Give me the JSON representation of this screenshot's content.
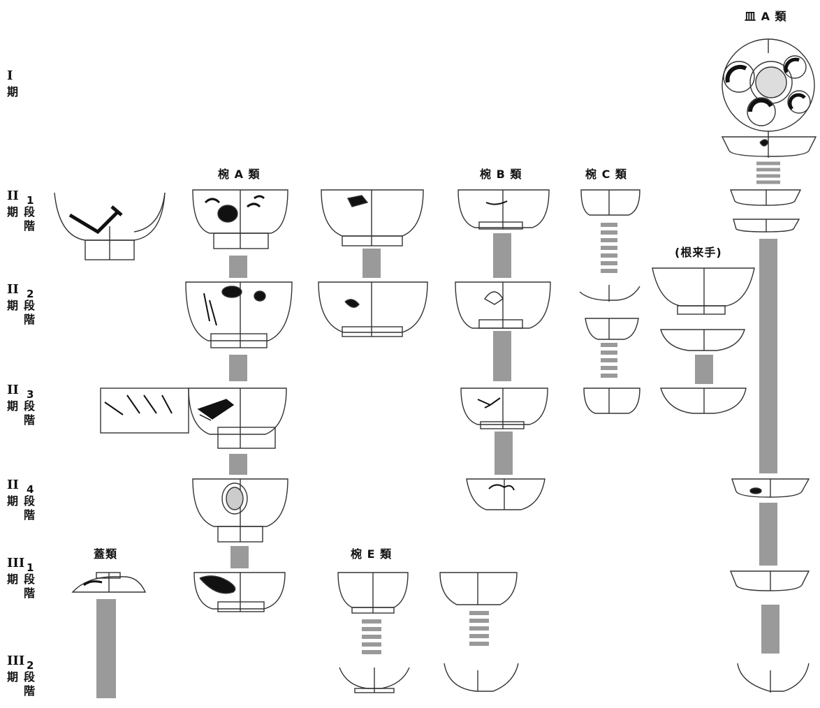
{
  "type_labels": {
    "sara_a": "皿 A 類",
    "wan_a": "椀 A 類",
    "wan_b": "椀 B 類",
    "wan_c": "椀 C 類",
    "negoro": "(根来手)",
    "futa": "蓋類",
    "wan_e": "椀 E 類"
  },
  "periods": {
    "p1": {
      "roman": "I",
      "ki": "期"
    },
    "p2_1": {
      "roman": "II",
      "ki": "期",
      "num": "1",
      "dan": "段",
      "kai": "階"
    },
    "p2_2": {
      "roman": "II",
      "ki": "期",
      "num": "2",
      "dan": "段",
      "kai": "階"
    },
    "p2_3": {
      "roman": "II",
      "ki": "期",
      "num": "3",
      "dan": "段",
      "kai": "階"
    },
    "p2_4": {
      "roman": "II",
      "ki": "期",
      "num": "4",
      "dan": "段",
      "kai": "階"
    },
    "p3_1": {
      "roman": "III",
      "ki": "期",
      "num": "1",
      "dan": "段",
      "kai": "階"
    },
    "p3_2": {
      "roman": "III",
      "ki": "期",
      "num": "2",
      "dan": "段",
      "kai": "階"
    }
  },
  "colors": {
    "bar": "#9a9a9a",
    "line": "#333333",
    "ink": "#111111"
  }
}
